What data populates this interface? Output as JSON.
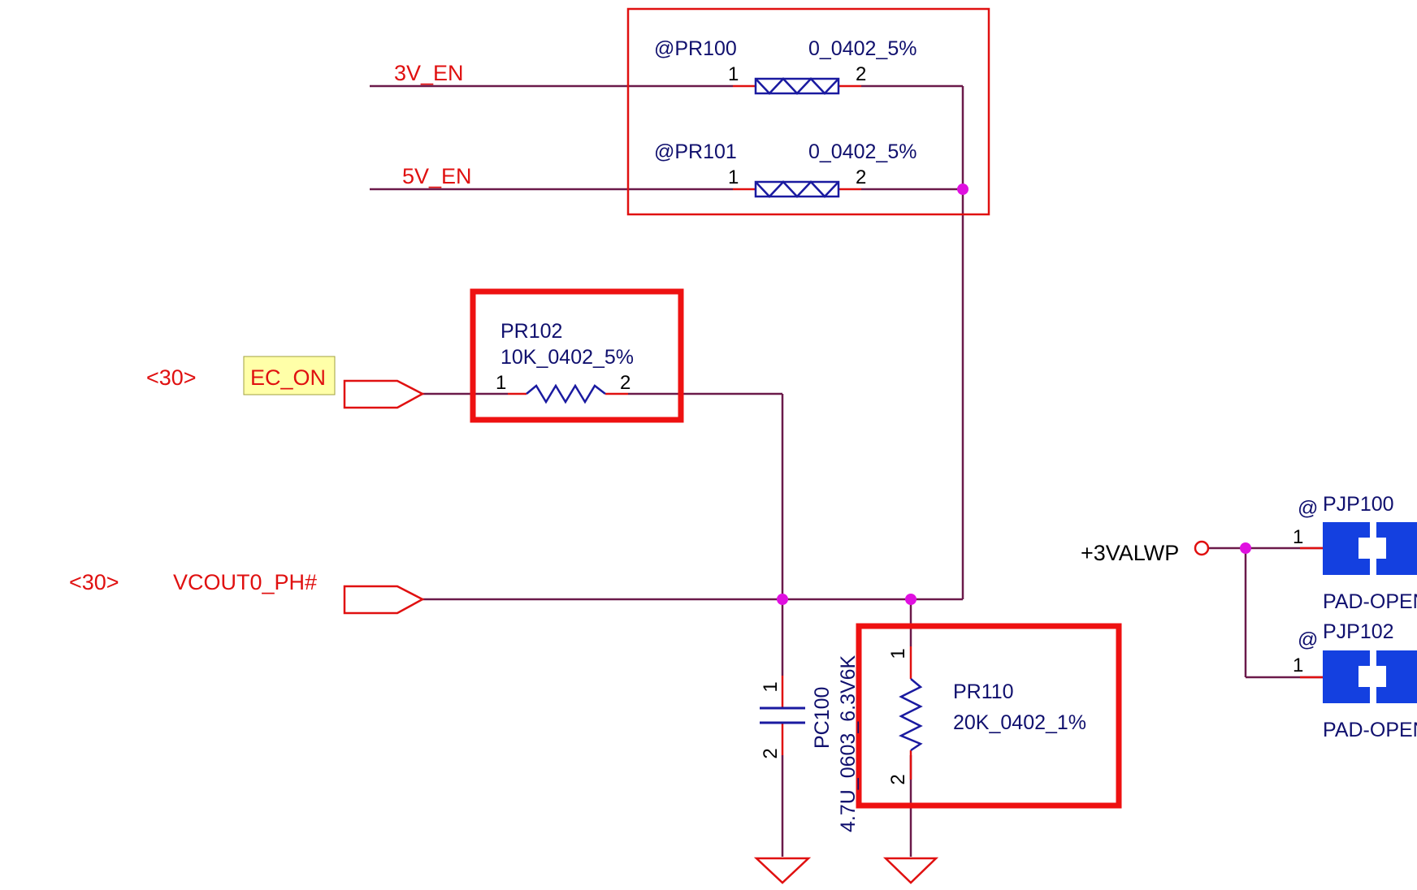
{
  "nets": {
    "en_3v": "3V_EN",
    "en_5v": "5V_EN",
    "ec_on": "EC_ON",
    "ec_on_ref": "<30>",
    "vcout": "VCOUT0_PH#",
    "vcout_ref": "<30>",
    "valwp": "+3VALWP"
  },
  "components": {
    "pr100": {
      "ref": "@PR100",
      "value": "0_0402_5%",
      "pin1": "1",
      "pin2": "2"
    },
    "pr101": {
      "ref": "@PR101",
      "value": "0_0402_5%",
      "pin1": "1",
      "pin2": "2"
    },
    "pr102": {
      "ref": "PR102",
      "value": "10K_0402_5%",
      "pin1": "1",
      "pin2": "2"
    },
    "pr110": {
      "ref": "PR110",
      "value": "20K_0402_1%",
      "pin1": "1",
      "pin2": "2"
    },
    "pc100": {
      "ref": "PC100",
      "value": "4.7U_0603_6.3V6K",
      "pin1": "1",
      "pin2": "2"
    },
    "pjp100": {
      "prefix": "@",
      "ref": "PJP100",
      "value": "PAD-OPEN",
      "pin1": "1"
    },
    "pjp102": {
      "prefix": "@",
      "ref": "PJP102",
      "value": "PAD-OPEN",
      "pin1": "1"
    }
  },
  "colors": {
    "wire": "#6b1a4a",
    "net_label": "#e01010",
    "component": "#1a1aa0",
    "component_text": "#10106e",
    "pin": "#e01010",
    "junction": "#e010e0",
    "highlight": "#ee1111",
    "pad": "#1440e0",
    "ec_on_bg": "#ffffa8"
  }
}
